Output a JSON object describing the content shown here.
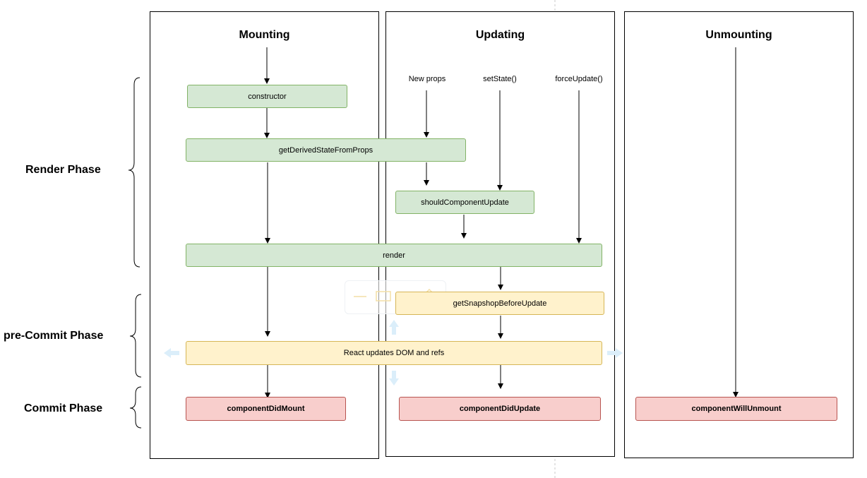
{
  "phases": {
    "render": "Render Phase",
    "pre_commit": "pre-Commit Phase",
    "commit": "Commit Phase"
  },
  "columns": {
    "mounting": "Mounting",
    "updating": "Updating",
    "unmounting": "Unmounting"
  },
  "triggers": {
    "new_props": "New props",
    "set_state": "setState()",
    "force_update": "forceUpdate()"
  },
  "nodes": {
    "constructor": "constructor",
    "get_derived_state": "getDerivedStateFromProps",
    "should_component_update": "shouldComponentUpdate",
    "render": "render",
    "get_snapshot": "getSnapshopBeforeUpdate",
    "react_updates_dom": "React updates DOM and refs",
    "component_did_mount": "componentDidMount",
    "component_did_update": "componentDidUpdate",
    "component_will_unmount": "componentWillUnmount"
  },
  "colors": {
    "green_fill": "#d5e8d4",
    "green_stroke": "#82b366",
    "yellow_fill": "#fff2cc",
    "yellow_stroke": "#d6b656",
    "red_fill": "#f8cecc",
    "red_stroke": "#b85450"
  }
}
